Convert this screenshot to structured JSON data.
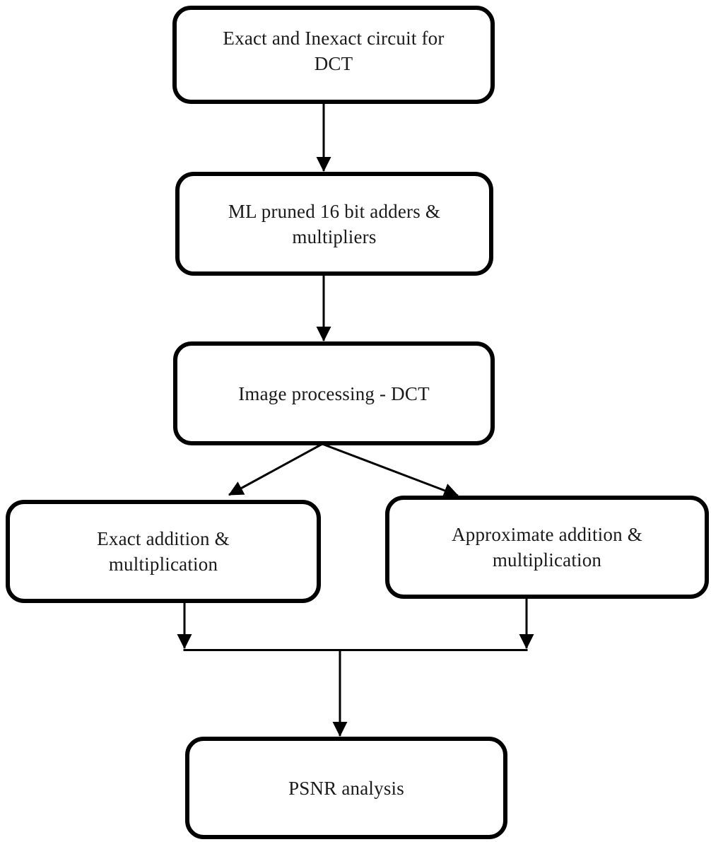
{
  "diagram": {
    "type": "flowchart",
    "background_color": "#ffffff",
    "node_fill_color": "#ffffff",
    "node_border_color": "#000000",
    "arrow_color": "#000000",
    "text_color": "#1a1a1a"
  },
  "nodes": [
    {
      "id": "exact-inexact-circuit",
      "lines": [
        "Exact and Inexact circuit for",
        "DCT"
      ]
    },
    {
      "id": "ml-pruned-adders",
      "lines": [
        "ML pruned 16 bit adders &",
        "multipliers"
      ]
    },
    {
      "id": "image-processing-dct",
      "lines": [
        "Image processing - DCT"
      ]
    },
    {
      "id": "exact-addition",
      "lines": [
        "Exact addition &",
        "multiplication"
      ]
    },
    {
      "id": "approximate-addition",
      "lines": [
        "Approximate addition &",
        "multiplication"
      ]
    },
    {
      "id": "psnr-analysis",
      "lines": [
        "PSNR analysis"
      ]
    }
  ],
  "edges": [
    {
      "from": "exact-inexact-circuit",
      "to": "ml-pruned-adders"
    },
    {
      "from": "ml-pruned-adders",
      "to": "image-processing-dct"
    },
    {
      "from": "image-processing-dct",
      "to": "exact-addition"
    },
    {
      "from": "image-processing-dct",
      "to": "approximate-addition"
    },
    {
      "from": "exact-addition",
      "to": "psnr-analysis"
    },
    {
      "from": "approximate-addition",
      "to": "psnr-analysis"
    }
  ]
}
